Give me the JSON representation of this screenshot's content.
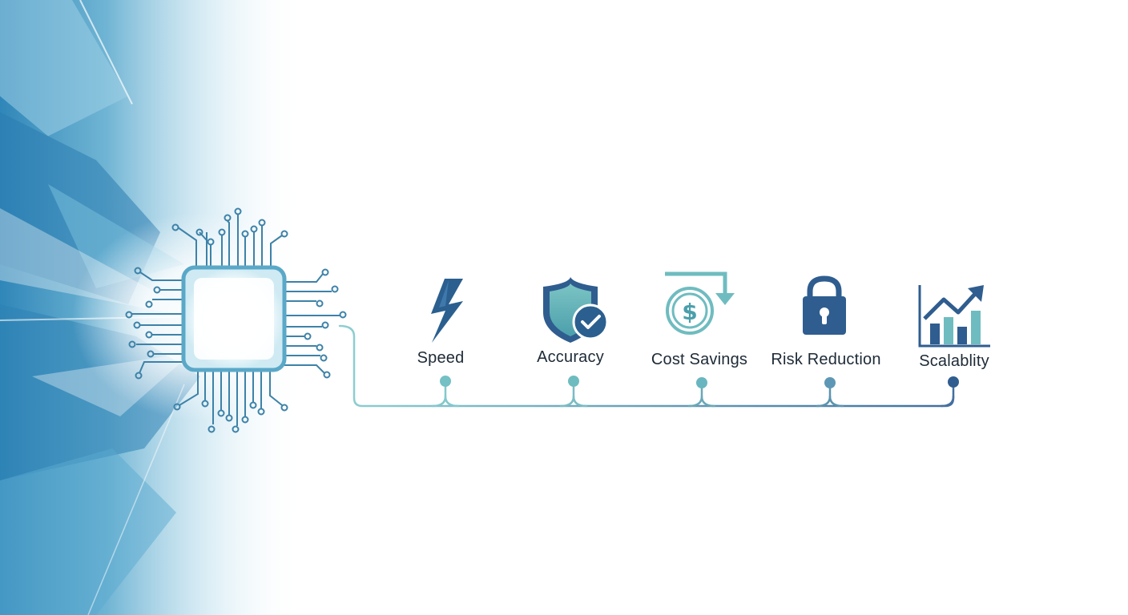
{
  "benefits": [
    {
      "label": "Speed",
      "icon": "lightning-bolt-icon"
    },
    {
      "label": "Accuracy",
      "icon": "shield-check-icon"
    },
    {
      "label": "Cost Savings",
      "icon": "dollar-coin-arrow-icon"
    },
    {
      "label": "Risk Reduction",
      "icon": "padlock-icon"
    },
    {
      "label": "Scalablity",
      "icon": "growth-bar-chart-icon"
    }
  ],
  "processor_icon": "cpu-chip-icon",
  "colors": {
    "navy": "#2b5f8f",
    "teal": "#6fb8bf",
    "node_teal": "#6ebcc0",
    "node_navy": "#2f5d8f",
    "background_glow": "#3b8fbf",
    "text": "#1d2a36"
  }
}
